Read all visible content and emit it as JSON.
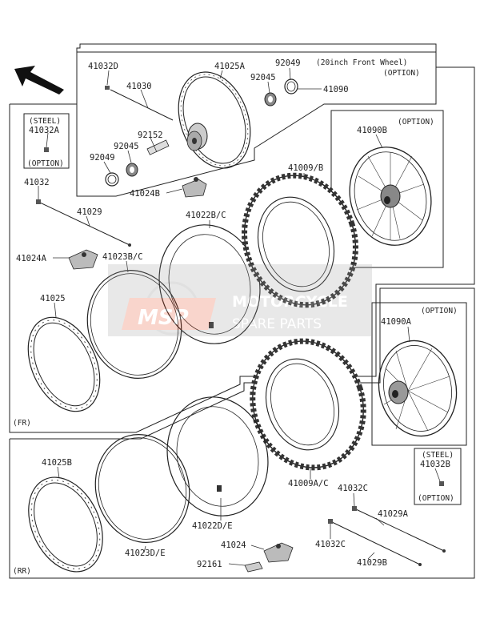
{
  "labels": {
    "p41032D": "41032D",
    "p41025A": "41025A",
    "p92049a": "92049",
    "p92045a": "92045",
    "p41030": "41030",
    "p41090": "41090",
    "front_wheel_note_1": "(20inch Front Wheel)",
    "front_wheel_note_2": "(OPTION)",
    "p92152": "92152",
    "p92045b": "92045",
    "p92049b": "92049",
    "p41024B": "41024B",
    "steel_1": "(STEEL)",
    "p41032A": "41032A",
    "option_1": "(OPTION)",
    "p41032": "41032",
    "p41029": "41029",
    "p41024A": "41024A",
    "p41023BC": "41023B/C",
    "p41022BC": "41022B/C",
    "p41009B": "41009/B",
    "option_2": "(OPTION)",
    "p41090B": "41090B",
    "p41025": "41025",
    "fr": "(FR)",
    "option_3": "(OPTION)",
    "p41090A": "41090A",
    "p41009AC": "41009A/C",
    "steel_2": "(STEEL)",
    "p41032B": "41032B",
    "option_4": "(OPTION)",
    "p41025B": "41025B",
    "p41023DE": "41023D/E",
    "p41022DE": "41022D/E",
    "p41024": "41024",
    "p92161": "92161",
    "p41032Ca": "41032C",
    "p41029A": "41029A",
    "p41032Cb": "41032C",
    "p41029B": "41029B",
    "rr": "(RR)"
  },
  "watermark": {
    "logo": "MSP",
    "line1": "MOTORCYCLE",
    "line2": "SPARE PARTS"
  }
}
